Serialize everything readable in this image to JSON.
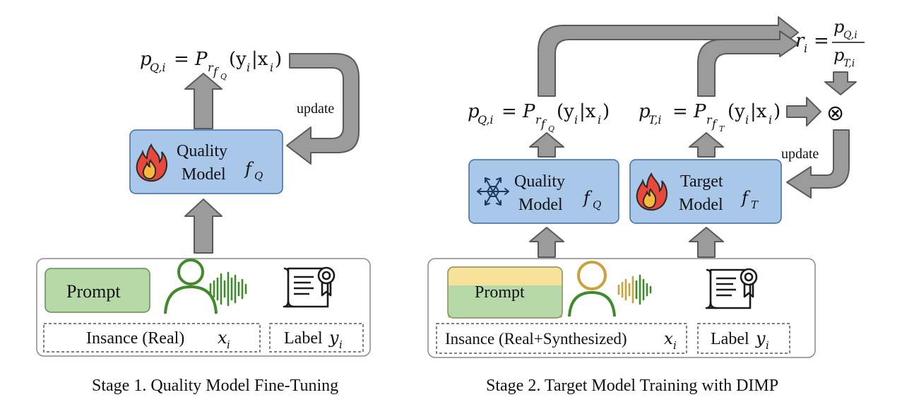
{
  "stage1": {
    "formula_lhs": "p",
    "formula_lhs_sub": "Q,i",
    "formula_eq": "=",
    "formula_P": "P",
    "formula_P_sub": "r",
    "formula_P_subsub": "f",
    "formula_P_subsubsub": "Q",
    "formula_args": "(y",
    "formula_args_sub": "i",
    "formula_args2": "|x",
    "formula_args2_sub": "i",
    "formula_close": ")",
    "update_label": "update",
    "model_line1": "Quality",
    "model_line2": "Model",
    "model_symbol": "f",
    "model_symbol_sub": "Q",
    "prompt_label": "Prompt",
    "instance_label": "Insance (Real)",
    "instance_var": "x",
    "instance_var_sub": "i",
    "label_label": "Label",
    "label_var": "y",
    "label_var_sub": "i",
    "caption": "Stage 1. Quality Model Fine-Tuning"
  },
  "stage2": {
    "formula_q_lhs": "p",
    "formula_q_lhs_sub": "Q,i",
    "formula_q_P_subsubsub": "Q",
    "formula_t_lhs": "p",
    "formula_t_lhs_sub": "T,i",
    "formula_t_P_subsubsub": "T",
    "ratio_r": "r",
    "ratio_r_sub": "i",
    "ratio_num": "p",
    "ratio_num_sub": "Q,i",
    "ratio_den": "p",
    "ratio_den_sub": "T,i",
    "otimes": "⊗",
    "update_label": "update",
    "quality_line1": "Quality",
    "quality_line2": "Model",
    "quality_symbol": "f",
    "quality_symbol_sub": "Q",
    "target_line1": "Target",
    "target_line2": "Model",
    "target_symbol": "f",
    "target_symbol_sub": "T",
    "prompt_label": "Prompt",
    "instance_label": "Insance (Real+Synthesized)",
    "instance_var": "x",
    "instance_var_sub": "i",
    "label_label": "Label",
    "label_var": "y",
    "label_var_sub": "i",
    "caption": "Stage 2. Target Model Training with DIMP"
  },
  "icons": {
    "fire": "fire-icon",
    "snowflake": "snowflake-icon",
    "person": "person-icon",
    "waveform": "sound-wave-icon",
    "certificate": "certificate-icon"
  },
  "colors": {
    "arrow_fill": "#9b9b9b",
    "model_box": "#a9c7e8",
    "prompt_green": "#b7d9a8",
    "prompt_yellow": "#f7e29a",
    "person_green": "#3f8a2a",
    "person_gold": "#c9a23c"
  }
}
